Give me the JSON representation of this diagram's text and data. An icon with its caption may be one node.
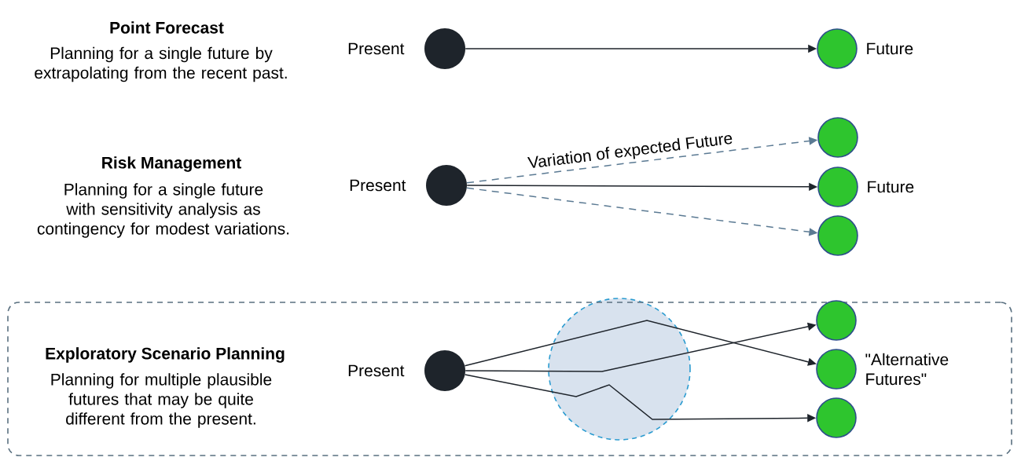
{
  "diagram": {
    "nodes": [
      {
        "text": [],
        "shape": "circle",
        "beside": [
          "Present"
        ]
      },
      {
        "text": [],
        "shape": "circle",
        "beside": [
          "Future"
        ]
      },
      {
        "text": [],
        "shape": "circle",
        "beside": [
          "Present"
        ]
      },
      {
        "text": [],
        "shape": "circle"
      },
      {
        "text": [],
        "shape": "circle",
        "beside": [
          "Future"
        ]
      },
      {
        "text": [],
        "shape": "circle"
      },
      {
        "text": [
          "Exploratory Scenario Planning",
          "Planning for multiple plausible futures that may be quite different from the present."
        ]
      },
      {
        "text": [],
        "shape": "circle",
        "beside": [
          "Present"
        ],
        "in": 6
      },
      {
        "text": [],
        "shape": "circle",
        "in": 6
      },
      {
        "text": [],
        "shape": "circle",
        "beside": [
          "\"Alternative Futures\""
        ],
        "in": 6
      },
      {
        "text": [],
        "shape": "circle",
        "in": 6
      }
    ],
    "edges": [
      {
        "from": 0,
        "to": 1,
        "arrow": "to"
      },
      {
        "from": 2,
        "to": 3,
        "arrow": "to",
        "style": "dashed",
        "color": "#5b7a93",
        "label": "Variation of expected Future"
      },
      {
        "from": 2,
        "to": 4,
        "arrow": "to"
      },
      {
        "from": 2,
        "to": 5,
        "arrow": "to",
        "style": "dashed",
        "color": "#5b7a93"
      },
      {
        "from": 7,
        "to": 8,
        "arrow": "to"
      },
      {
        "from": 7,
        "to": 9,
        "arrow": "to"
      },
      {
        "from": 7,
        "to": 10,
        "arrow": "to"
      }
    ],
    "labels": [
      "Point Forecast",
      "Planning for a single future by extrapolating from the recent past.",
      "Risk Management",
      "Planning for a single future with sensitivity analysis as contingency for modest variations."
    ]
  }
}
